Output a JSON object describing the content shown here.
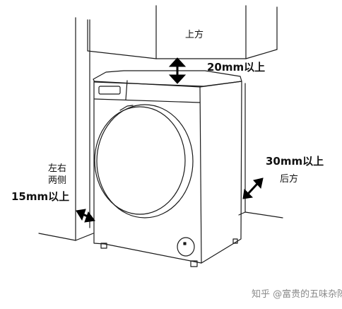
{
  "labels": {
    "top_area": "上方",
    "top_gap": "20mm以上",
    "back_gap": "30mm以上",
    "back_area": "后方",
    "sides_line1": "左右",
    "sides_line2": "两侧",
    "side_gap": "15mm以上"
  },
  "watermark": "知乎 @富贵的五味杂陈",
  "colors": {
    "line": "#1a1a1a",
    "arrow": "#000000",
    "watermark": "#8a8a8a"
  },
  "icons": {
    "clearance_arrow": "double-headed-arrow"
  }
}
